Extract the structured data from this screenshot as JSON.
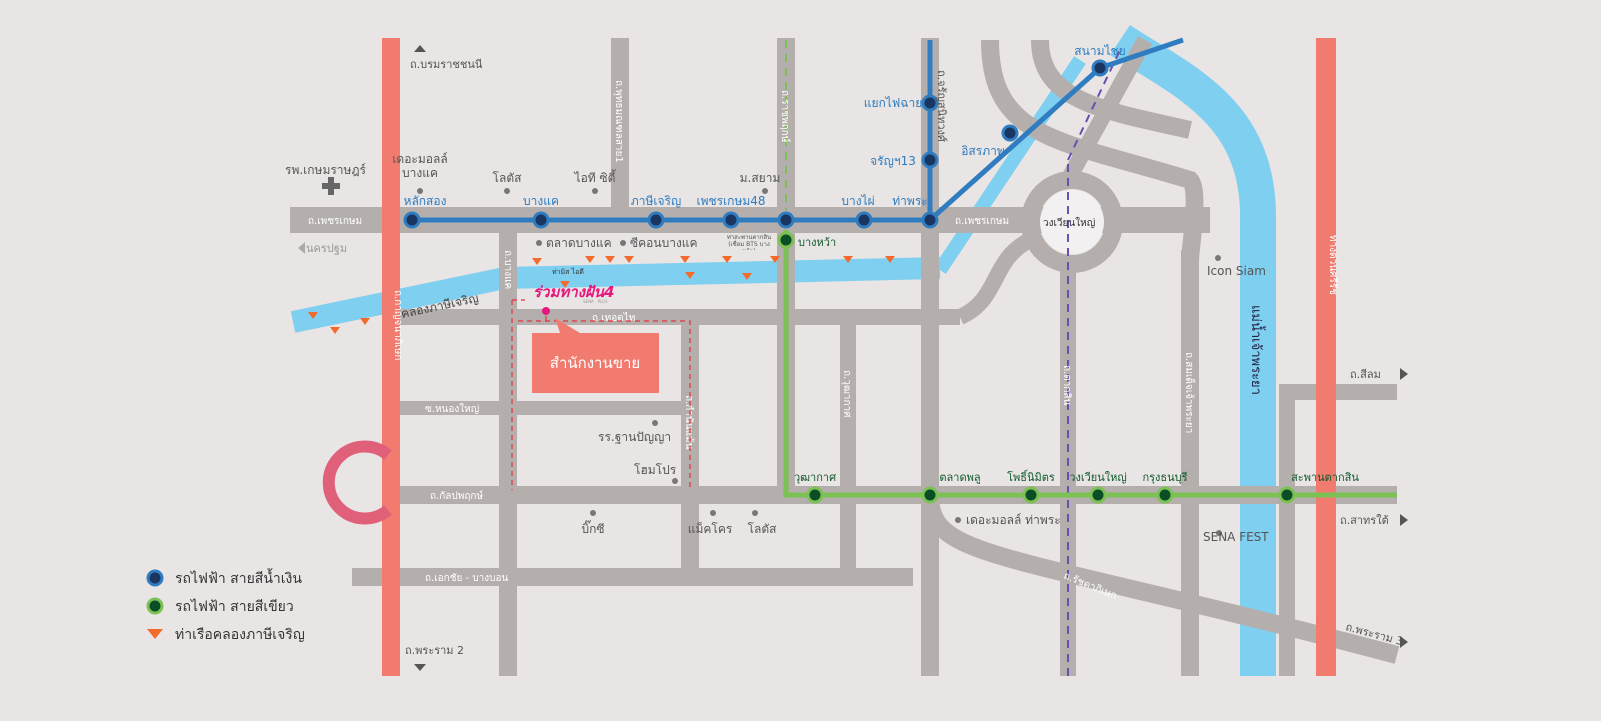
{
  "colors": {
    "background": "#e9e5e4",
    "road": "#b4afad",
    "expressway": "#f27b6f",
    "canal": "#7fcff0",
    "blue_line": "#2f7cc0",
    "blue_station": "#1a3560",
    "green_line": "#7cc153",
    "green_station": "#0b4d26",
    "boat": "#f26b2c",
    "project": "#e8177d",
    "sales_office": "#f27b6f"
  },
  "roads": {
    "kanchanaphisek": "ถ.กาญจนาภิเษก",
    "sirirat": "ทางด่วนศรีรัช",
    "phetkasem_west": "ถ.เพชรเกษม",
    "phetkasem_east": "ถ.เพชรเกษม",
    "borommaratchachonnani": "ถ.บรมราชชนนี",
    "nakhon_pathom": "นครปฐม",
    "phutthamonthon": "ถ.พุทธมณฑลสาย1",
    "ratchaphruek": "ถ.ราชพฤกษ์",
    "charansanitwong": "ถ.จรัญสนิทวงศ์",
    "bang_khae": "ถ.บางแค",
    "thoet_thai": "ถ.เทอดไท",
    "nong_yai": "ซ.หนองใหญ่",
    "kanlapaphruek": "ถ.กัลปพฤกษ์",
    "ekkachai": "ถ.เอกชัย - บางบอน",
    "kamnan_maen": "ถ.กำนันแม้น",
    "wutthakat": "ถ.วุฒากาศ",
    "taksin": "ถ.ตากสิน",
    "ratchadaphisek": "ถ.รัชดาภิเษก",
    "somdet": "ถ.สมเด็จเจ้าพระยา",
    "silom": "ถ.สีลม",
    "sathorn": "ถ.สาทรใต้",
    "rama2": "ถ.พระราม 2",
    "rama3": "ถ.พระราม 3",
    "wongwian_yai": "วงเวียนใหญ่",
    "canal": "คลองภาษีเจริญ",
    "river": "แม่น้ำเจ้าพระยา"
  },
  "blue_stations": [
    "หลักสอง",
    "บางแค",
    "ภาษีเจริญ",
    "เพชรเกษม48",
    "บางไผ่",
    "ท่าพระ",
    "จรัญฯ13",
    "แยกไฟฉาย",
    "อิสรภาพ",
    "สนามไชย"
  ],
  "green_stations": [
    "บางหว้า",
    "วุฒากาศ",
    "ตลาดพลู",
    "โพธิ์นิมิตร",
    "วงเวียนใหญ่",
    "กรุงธนบุรี",
    "สะพานตากสิน"
  ],
  "pois": [
    "รพ.เกษมราษฎร์",
    "เดอะมอลล์ บางแค",
    "โลตัส",
    "ไอที ซิตี้",
    "ม.สยาม",
    "ตลาดบางแค",
    "ซีคอนบางแค",
    "ท่าสะพานตากสิน (เชื่อม BTS บางหว้า)",
    "ท่ามิส ไอดี",
    "รร.ฐานปัญญา",
    "โฮมโปร",
    "บิ๊กซี",
    "แม็คโคร",
    "โลตัส",
    "เดอะมอลล์ ท่าพระ",
    "Icon Siam",
    "SENA FEST"
  ],
  "project": {
    "name": "ร่วมทางฝัน4",
    "tagline": "SENA · PLUS"
  },
  "sales_office": "สำนักงานขาย",
  "legend": {
    "blue": "รถไฟฟ้า สายสีน้ำเงิน",
    "green": "รถไฟฟ้า สายสีเขียว",
    "boat": "ท่าเรือคลองภาษีเจริญ"
  }
}
